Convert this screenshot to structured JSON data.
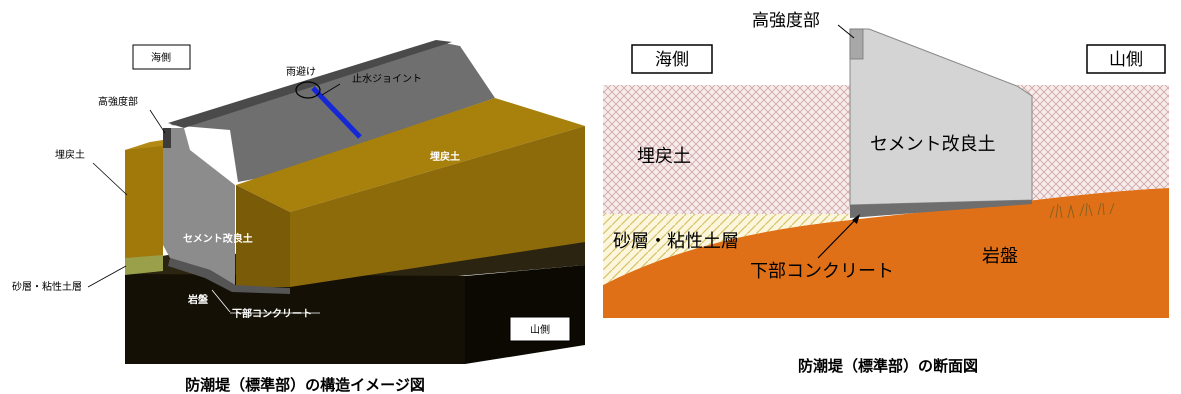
{
  "left_diagram": {
    "caption": "防潮堤（標準部）の構造イメージ図",
    "labels": {
      "sea_side": "海側",
      "mountain_side": "山側",
      "rain_cover": "雨避け",
      "waterstop_joint": "止水ジョイント",
      "high_strength": "高強度部",
      "backfill_left": "埋戻土",
      "backfill_right": "埋戻土",
      "cement_soil": "セメント改良土",
      "sand_layer": "砂層・粘性土層",
      "bedrock": "岩盤",
      "lower_concrete": "下部コンクリート"
    }
  },
  "right_diagram": {
    "caption": "防潮堤（標準部）の断面図",
    "labels": {
      "high_strength": "高強度部",
      "sea_side": "海側",
      "mountain_side": "山側",
      "backfill": "埋戻土",
      "cement_soil": "セメント改良土",
      "sand_layer": "砂層・粘性土層",
      "lower_concrete": "下部コンクリート",
      "bedrock": "岩盤"
    }
  },
  "colors": {
    "backfill_brown": "#a0790a",
    "cement_gray": "#8c8c8c",
    "bedrock_black": "#141006",
    "bedrock_orange": "#e07018",
    "joint_blue": "#1428d8",
    "crosshatch_pink": "#d9b8b8",
    "sand_hatch_yellow": "#d6c268"
  }
}
